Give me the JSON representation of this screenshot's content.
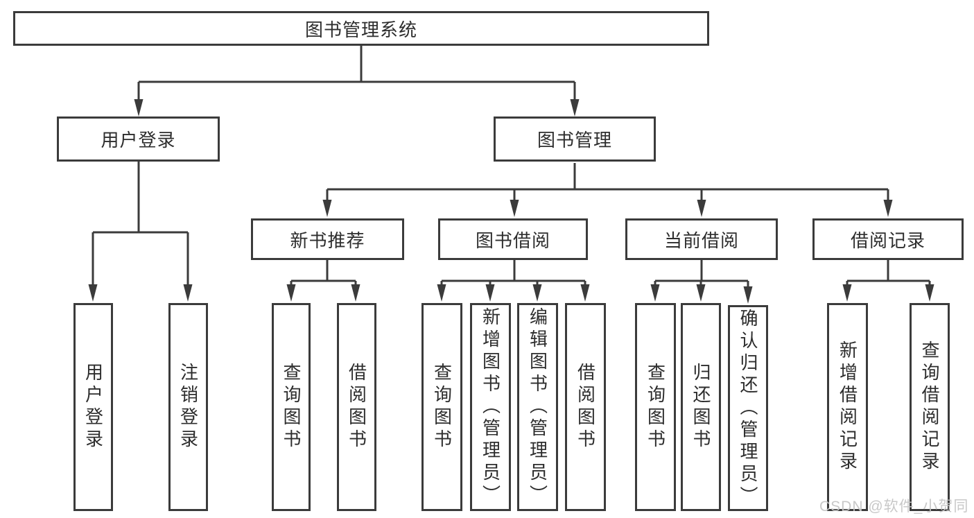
{
  "diagram": {
    "root": {
      "label": "图书管理系统"
    },
    "level2": [
      {
        "label": "用户登录"
      },
      {
        "label": "图书管理"
      }
    ],
    "level3": [
      {
        "label": "新书推荐"
      },
      {
        "label": "图书借阅"
      },
      {
        "label": "当前借阅"
      },
      {
        "label": "借阅记录"
      }
    ],
    "leaves": {
      "user_login": [
        "用户登录",
        "注销登录"
      ],
      "new_book": [
        "查询图书",
        "借阅图书"
      ],
      "book_borrow": [
        "查询图书",
        "新增图书（管理员）",
        "编辑图书（管理员）",
        "借阅图书"
      ],
      "current_borrow": [
        "查询图书",
        "归还图书",
        "确认归还（管理员）"
      ],
      "borrow_record": [
        "新增借阅记录",
        "查询借阅记录"
      ]
    },
    "colors": {
      "line": "#3b3b3b",
      "text": "#2d2d2d",
      "background": "#ffffff",
      "watermark": "#c5c5c5"
    },
    "watermark": "CSDN @软件_小贺同学"
  }
}
